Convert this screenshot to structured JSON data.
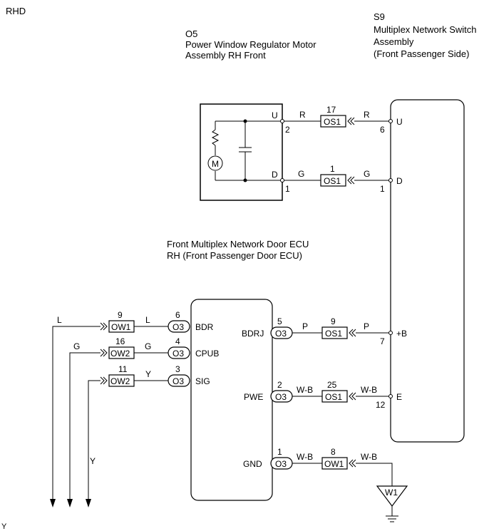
{
  "header": {
    "region": "RHD"
  },
  "motor": {
    "code": "O5",
    "name_line1": "Power Window Regulator Motor",
    "name_line2": "Assembly RH Front",
    "terminals": [
      {
        "label": "U",
        "pin": "2"
      },
      {
        "label": "D",
        "pin": "1"
      }
    ]
  },
  "switch": {
    "code": "S9",
    "name_line1": "Multiplex Network Switch",
    "name_line2": "Assembly",
    "name_line3": "(Front Passenger Side)",
    "terminals": [
      {
        "label": "U",
        "pin": "6"
      },
      {
        "label": "D",
        "pin": "1"
      },
      {
        "label": "+B",
        "pin": "7"
      },
      {
        "label": "E",
        "pin": "12"
      }
    ]
  },
  "ecu": {
    "name_line1": "Front Multiplex Network Door ECU",
    "name_line2": "RH (Front Passenger Door ECU)",
    "left_terminals": [
      {
        "label": "BDR",
        "pin": "6",
        "connector": "O3"
      },
      {
        "label": "CPUB",
        "pin": "4",
        "connector": "O3"
      },
      {
        "label": "SIG",
        "pin": "3",
        "connector": "O3"
      }
    ],
    "right_terminals": [
      {
        "label": "BDRJ",
        "pin": "5",
        "connector": "O3"
      },
      {
        "label": "PWE",
        "pin": "2",
        "connector": "O3"
      },
      {
        "label": "GND",
        "pin": "1",
        "connector": "O3"
      }
    ]
  },
  "connectors_top": [
    {
      "name": "OS1",
      "pin": "17",
      "wire_left": "R",
      "wire_right": "R"
    },
    {
      "name": "OS1",
      "pin": "1",
      "wire_left": "G",
      "wire_right": "G"
    }
  ],
  "connectors_right": [
    {
      "name": "OS1",
      "pin": "9",
      "wire_left": "P",
      "wire_right": "P"
    },
    {
      "name": "OS1",
      "pin": "25",
      "wire_left": "W-B",
      "wire_right": "W-B"
    },
    {
      "name": "OW1",
      "pin": "8",
      "wire_left": "W-B",
      "wire_right": "W-B"
    }
  ],
  "connectors_left": [
    {
      "name": "OW1",
      "pin": "9",
      "wire_out": "L",
      "wire_in": "L"
    },
    {
      "name": "OW2",
      "pin": "16",
      "wire_out": "G",
      "wire_in": "G"
    },
    {
      "name": "OW2",
      "pin": "11",
      "wire_out": "",
      "wire_in": "Y"
    }
  ],
  "ground": {
    "name": "W1"
  },
  "vertical_wire_label": "Y",
  "bottom_marker": "Y"
}
